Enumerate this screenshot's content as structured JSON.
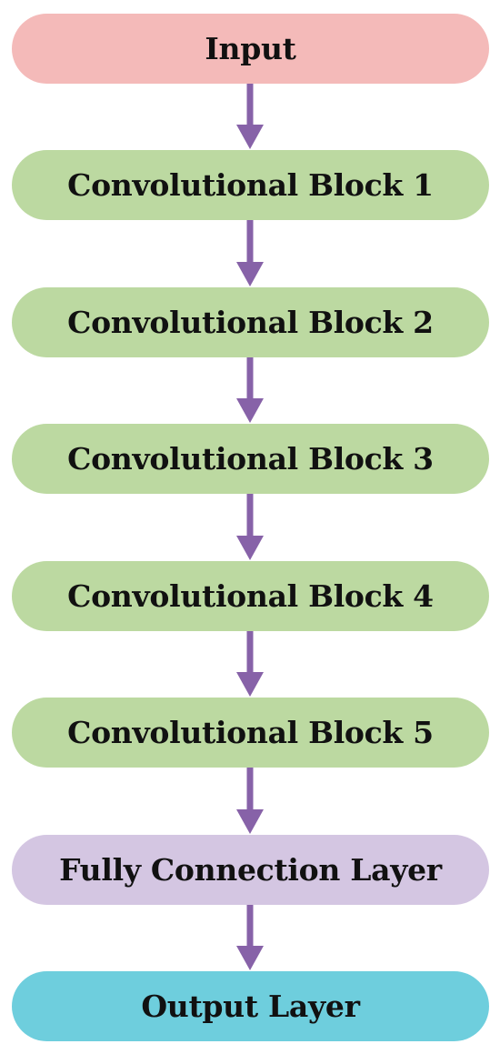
{
  "diagram": {
    "nodes": [
      {
        "id": "input",
        "label": "Input",
        "color": "#f4bab9"
      },
      {
        "id": "conv1",
        "label": "Convolutional Block 1",
        "color": "#bcd9a1"
      },
      {
        "id": "conv2",
        "label": "Convolutional Block 2",
        "color": "#bcd9a1"
      },
      {
        "id": "conv3",
        "label": "Convolutional Block 3",
        "color": "#bcd9a1"
      },
      {
        "id": "conv4",
        "label": "Convolutional Block 4",
        "color": "#bcd9a1"
      },
      {
        "id": "conv5",
        "label": "Convolutional Block 5",
        "color": "#bcd9a1"
      },
      {
        "id": "fc",
        "label": "Fully Connection Layer",
        "color": "#d4c6e2"
      },
      {
        "id": "output",
        "label": "Output Layer",
        "color": "#6ecedd"
      }
    ],
    "edges": [
      {
        "from": "input",
        "to": "conv1"
      },
      {
        "from": "conv1",
        "to": "conv2"
      },
      {
        "from": "conv2",
        "to": "conv3"
      },
      {
        "from": "conv3",
        "to": "conv4"
      },
      {
        "from": "conv4",
        "to": "conv5"
      },
      {
        "from": "conv5",
        "to": "fc"
      },
      {
        "from": "fc",
        "to": "output"
      }
    ],
    "arrow_color": "#8762a8"
  }
}
